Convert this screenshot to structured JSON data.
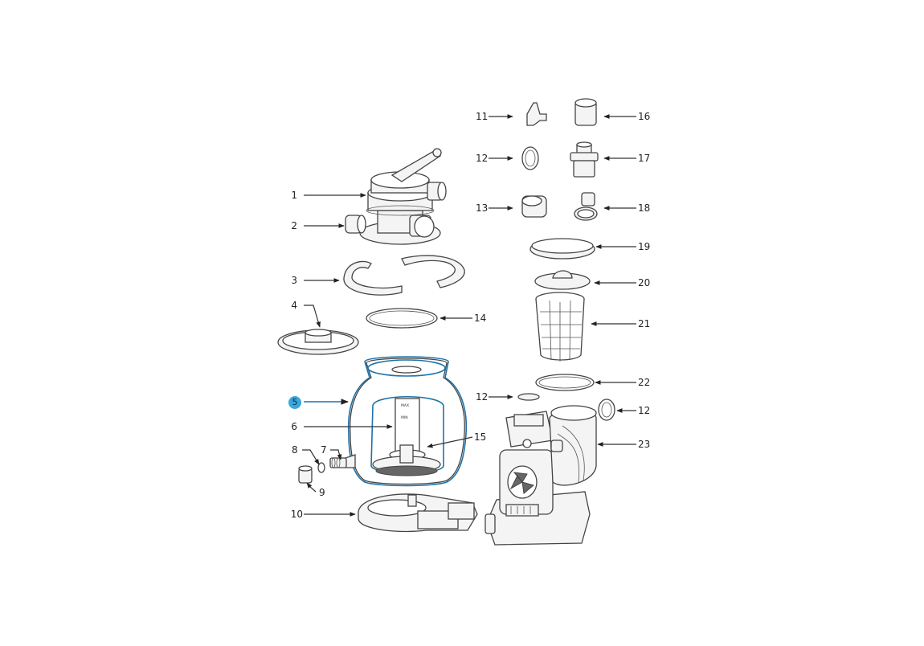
{
  "diagram": {
    "selected_part": "5",
    "tank_gauge_max": "MAX",
    "tank_gauge_min": "MIN",
    "callouts": [
      {
        "id": "c1",
        "label": "1",
        "part": "multiport-valve"
      },
      {
        "id": "c2",
        "label": "2",
        "part": "pressure-gauge"
      },
      {
        "id": "c3",
        "label": "3",
        "part": "tank-clamp"
      },
      {
        "id": "c4",
        "label": "4",
        "part": "valve-diffuser"
      },
      {
        "id": "c5",
        "label": "5",
        "part": "filter-tank",
        "selected": true
      },
      {
        "id": "c6",
        "label": "6",
        "part": "center-pipe"
      },
      {
        "id": "c7",
        "label": "7",
        "part": "drain-plug"
      },
      {
        "id": "c8",
        "label": "8",
        "part": "o-ring"
      },
      {
        "id": "c9",
        "label": "9",
        "part": "drain-cap"
      },
      {
        "id": "c10",
        "label": "10",
        "part": "base"
      },
      {
        "id": "c11",
        "label": "11",
        "part": "hose-adapter"
      },
      {
        "id": "c12a",
        "label": "12",
        "part": "o-ring"
      },
      {
        "id": "c12b",
        "label": "12",
        "part": "o-ring"
      },
      {
        "id": "c12c",
        "label": "12",
        "part": "o-ring"
      },
      {
        "id": "c13",
        "label": "13",
        "part": "plug"
      },
      {
        "id": "c14",
        "label": "14",
        "part": "tank-o-ring"
      },
      {
        "id": "c15",
        "label": "15",
        "part": "lateral-assembly"
      },
      {
        "id": "c16",
        "label": "16",
        "part": "hose-nut"
      },
      {
        "id": "c17",
        "label": "17",
        "part": "hose-connector"
      },
      {
        "id": "c18",
        "label": "18",
        "part": "hose-clamp"
      },
      {
        "id": "c19",
        "label": "19",
        "part": "lid-ring"
      },
      {
        "id": "c20",
        "label": "20",
        "part": "strainer-lid"
      },
      {
        "id": "c21",
        "label": "21",
        "part": "strainer-basket"
      },
      {
        "id": "c22",
        "label": "22",
        "part": "lid-o-ring"
      },
      {
        "id": "c23",
        "label": "23",
        "part": "pump"
      }
    ]
  }
}
